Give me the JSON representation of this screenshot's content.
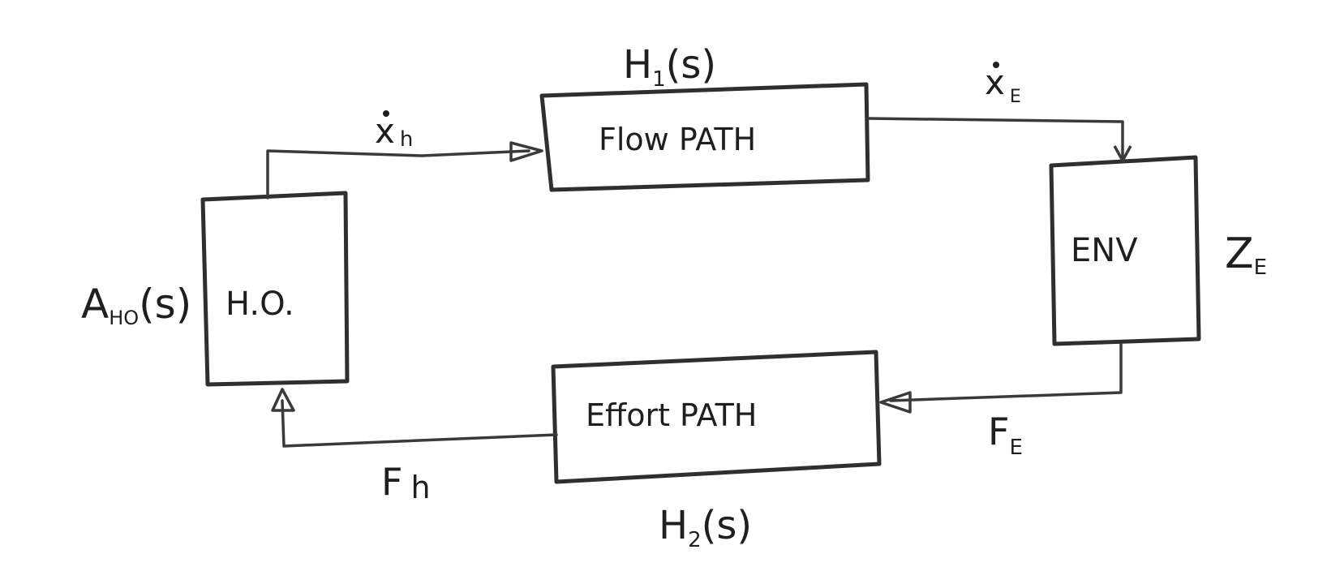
{
  "blocks": {
    "human_operator": {
      "label": "H.O.",
      "transfer": "A",
      "transfer_sub": "HO",
      "transfer_tail": "(s)"
    },
    "flow_path": {
      "label": "Flow PATH",
      "transfer": "H",
      "transfer_sub": "1",
      "transfer_tail": "(s)"
    },
    "environment": {
      "label": "ENV",
      "impedance": "Z",
      "impedance_sub": "E"
    },
    "effort_path": {
      "label": "Effort PATH",
      "transfer": "H",
      "transfer_sub": "2",
      "transfer_tail": "(s)"
    }
  },
  "signals": {
    "operator_velocity": {
      "symbol": "x",
      "sub": "h"
    },
    "environment_velocity": {
      "symbol": "x",
      "sub": "E"
    },
    "environment_force": {
      "symbol": "F",
      "sub": "E"
    },
    "operator_force": {
      "symbol": "F",
      "sub": "h"
    }
  }
}
